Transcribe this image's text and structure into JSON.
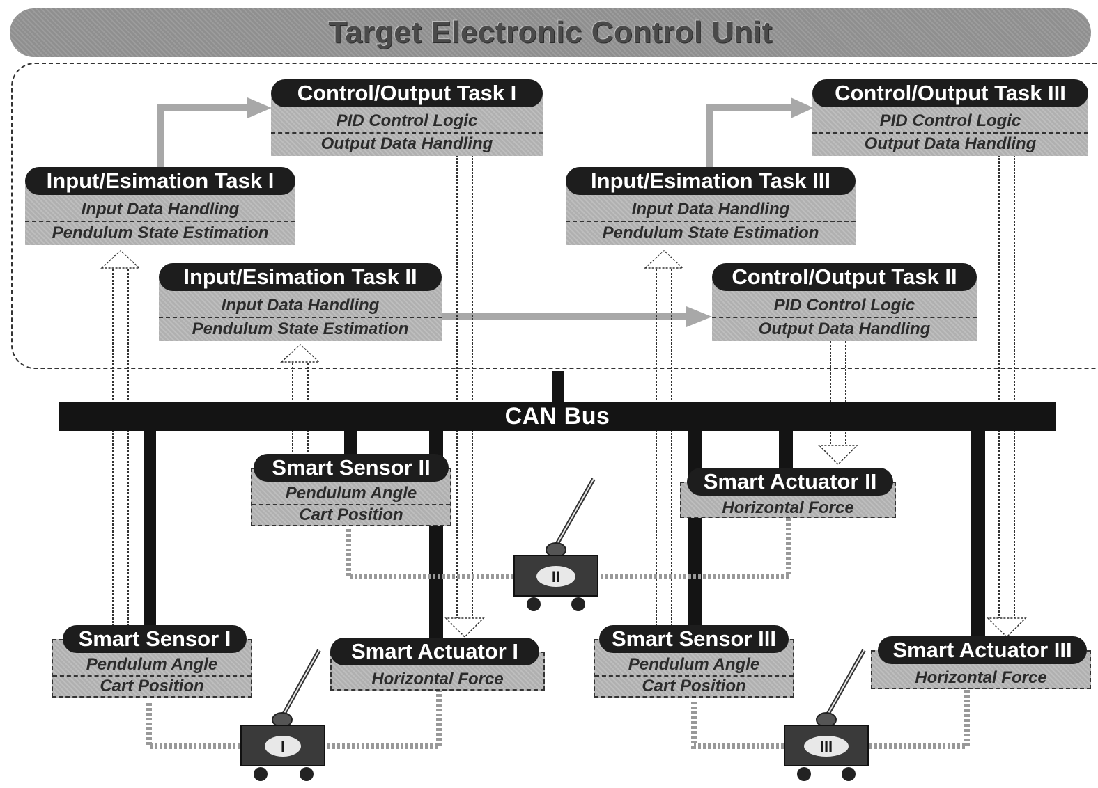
{
  "ecu": {
    "title": "Target Electronic Control Unit"
  },
  "bus": {
    "label": "CAN Bus"
  },
  "tasks": {
    "control_1": {
      "title": "Control/Output Task I",
      "lines": [
        "PID Control Logic",
        "Output Data Handling"
      ]
    },
    "control_2": {
      "title": "Control/Output Task II",
      "lines": [
        "PID Control Logic",
        "Output Data Handling"
      ]
    },
    "control_3": {
      "title": "Control/Output Task III",
      "lines": [
        "PID Control Logic",
        "Output Data Handling"
      ]
    },
    "input_1": {
      "title": "Input/Esimation Task I",
      "lines": [
        "Input Data Handling",
        "Pendulum State Estimation"
      ]
    },
    "input_2": {
      "title": "Input/Esimation Task II",
      "lines": [
        "Input Data Handling",
        "Pendulum State Estimation"
      ]
    },
    "input_3": {
      "title": "Input/Esimation Task III",
      "lines": [
        "Input Data Handling",
        "Pendulum State Estimation"
      ]
    }
  },
  "devices": {
    "sensor_1": {
      "title": "Smart Sensor I",
      "lines": [
        "Pendulum Angle",
        "Cart Position"
      ]
    },
    "sensor_2": {
      "title": "Smart Sensor II",
      "lines": [
        "Pendulum Angle",
        "Cart Position"
      ]
    },
    "sensor_3": {
      "title": "Smart Sensor III",
      "lines": [
        "Pendulum Angle",
        "Cart Position"
      ]
    },
    "actuator_1": {
      "title": "Smart Actuator I",
      "lines": [
        "Horizontal Force"
      ]
    },
    "actuator_2": {
      "title": "Smart Actuator II",
      "lines": [
        "Horizontal Force"
      ]
    },
    "actuator_3": {
      "title": "Smart Actuator III",
      "lines": [
        "Horizontal Force"
      ]
    }
  },
  "carts": {
    "cart_1": "I",
    "cart_2": "II",
    "cart_3": "III"
  },
  "colors": {
    "bus": "#141414",
    "task_title": "#1d1d1d",
    "task_body": "#b0b0b0",
    "flow_arrow": "#a8a8a8"
  }
}
